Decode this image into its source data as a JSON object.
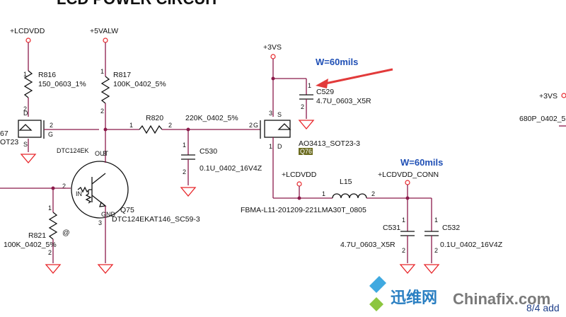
{
  "header": {
    "title": "LCD POWER CIRCUIT"
  },
  "nets": {
    "lcdvdd_top": "+LCDVDD",
    "valw": "+5VALW",
    "v3s": "+3VS",
    "lcdvdd_mid": "+LCDVDD",
    "lcdvdd_conn": "+LCDVDD_CONN",
    "v3s_right": "+3VS"
  },
  "annotations": {
    "w60_top": "W=60mils",
    "w60_bottom": "W=60mils",
    "at_mark": "@"
  },
  "parts": {
    "r816": {
      "ref": "R816",
      "value": "150_0603_1%"
    },
    "r817": {
      "ref": "R817",
      "value": "100K_0402_5%"
    },
    "r820": {
      "ref": "R820",
      "value": "220K_0402_5%"
    },
    "c530": {
      "ref": "C530",
      "value": "0.1U_0402_16V4Z"
    },
    "c529": {
      "ref": "C529",
      "value": "4.7U_0603_X5R"
    },
    "q_right": {
      "value": "AO3413_SOT23-3",
      "ref": "Q76"
    },
    "q75": {
      "inner": "DTC124EK",
      "ref": "Q75",
      "value": "DTC124EKAT146_SC59-3"
    },
    "r821": {
      "ref": "R821",
      "value": "100K_0402_5%"
    },
    "l15": {
      "ref": "L15",
      "value": "FBMA-L11-201209-221LMA30T_0805"
    },
    "c531": {
      "ref": "C531",
      "value": "4.7U_0603_X5R"
    },
    "c532": {
      "ref": "C532",
      "value": "0.1U_0402_16V4Z"
    },
    "q_left": {
      "ref_partial": "67",
      "value_partial": "OT23"
    },
    "right_partial": {
      "value": "680P_0402_5"
    }
  },
  "pins": {
    "p1": "1",
    "p2": "2",
    "p3": "3",
    "g": "G",
    "s": "S",
    "d": "D",
    "out": "OUT",
    "gnd": "GND",
    "in": "IN"
  },
  "watermark": {
    "cn": "迅维网",
    "en": "Chinafix.com",
    "corner": "8/4 add"
  },
  "colors": {
    "wire": "#8b1a4a",
    "ground": "#e8262a",
    "label_blue": "#1f4fb5",
    "arrow": "#e23a3a",
    "highlight": "#6b6b1f"
  }
}
